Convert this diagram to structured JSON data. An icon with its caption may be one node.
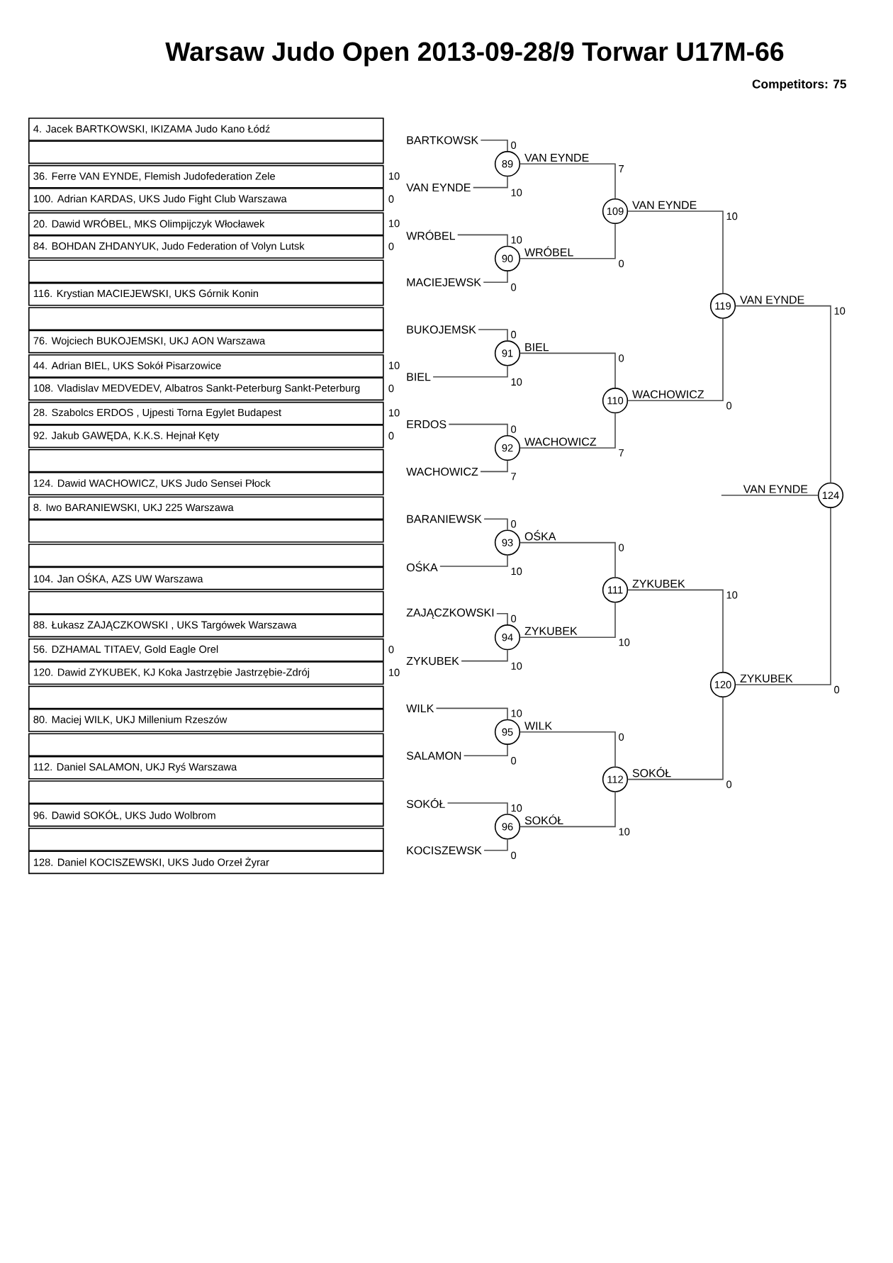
{
  "diagram": {
    "title": "Warsaw Judo Open  2013-09-28/9  Torwar   U17M-66",
    "nodes": [
      {
        "text": [
          "4. Jacek BARTKOWSKI, IKIZAMA Judo Kano Łódź"
        ]
      },
      {
        "text": [],
        "shape": "box"
      },
      {
        "text": [
          "36. Ferre VAN EYNDE, Flemish Judofederation Zele"
        ],
        "beside": [
          "10"
        ]
      },
      {
        "text": [
          "100. Adrian KARDAS, UKS Judo Fight Club Warszawa"
        ],
        "beside": [
          "0"
        ]
      },
      {
        "text": [
          "20. Dawid WRÓBEL, MKS Olimpijczyk Włocławek"
        ],
        "beside": [
          "10"
        ]
      },
      {
        "text": [
          "84. BOHDAN ZHDANYUK, Judo Federation of Volyn Lutsk"
        ],
        "beside": [
          "0"
        ]
      },
      {
        "text": [],
        "shape": "box"
      },
      {
        "text": [
          "116. Krystian MACIEJEWSKI, UKS Górnik Konin"
        ]
      },
      {
        "text": [],
        "shape": "box"
      },
      {
        "text": [
          "76. Wojciech BUKOJEMSKI, UKJ AON Warszawa"
        ]
      },
      {
        "text": [
          "44. Adrian BIEL, UKS  Sokół Pisarzowice"
        ],
        "beside": [
          "10"
        ]
      },
      {
        "text": [
          "108. Vladislav MEDVEDEV, Albatros Sankt-Peterburg Sankt-Peterburg"
        ],
        "beside": [
          "0"
        ]
      },
      {
        "text": [
          "28. Szabolcs ERDOS , Ujpesti Torna Egylet Budapest"
        ],
        "beside": [
          "10"
        ]
      },
      {
        "text": [
          "92. Jakub GAWĘDA, K.K.S. Hejnał Kęty"
        ],
        "beside": [
          "0"
        ]
      },
      {
        "text": [],
        "shape": "box"
      },
      {
        "text": [
          "124. Dawid WACHOWICZ, UKS Judo Sensei Płock"
        ]
      },
      {
        "text": [
          "8. Iwo BARANIEWSKI, UKJ 225 Warszawa"
        ]
      },
      {
        "text": [],
        "shape": "box"
      },
      {
        "text": [],
        "shape": "box"
      },
      {
        "text": [
          "104. Jan OŚKA, AZS UW Warszawa"
        ]
      },
      {
        "text": [],
        "shape": "box"
      },
      {
        "text": [
          "88. Łukasz ZAJĄCZKOWSKI , UKS Targówek Warszawa"
        ]
      },
      {
        "text": [
          "56. DZHAMAL TITAEV, Gold Eagle Orel"
        ],
        "beside": [
          "0"
        ]
      },
      {
        "text": [
          "120. Dawid ZYKUBEK, KJ Koka Jastrzębie Jastrzębie-Zdrój"
        ],
        "beside": [
          "10"
        ]
      },
      {
        "text": [],
        "shape": "box"
      },
      {
        "text": [
          "80. Maciej WILK, UKJ Millenium Rzeszów"
        ]
      },
      {
        "text": [],
        "shape": "box"
      },
      {
        "text": [
          "112. Daniel SALAMON, UKJ Ryś Warszawa"
        ]
      },
      {
        "text": [],
        "shape": "box"
      },
      {
        "text": [
          "96. Dawid SOKÓŁ, UKS Judo  Wolbrom"
        ]
      },
      {
        "text": [],
        "shape": "box"
      },
      {
        "text": [
          "128. Daniel KOCISZEWSKI, UKS Judo Orzeł Żyrar"
        ]
      },
      {
        "text": [
          "BARTKOWSK"
        ]
      },
      {
        "text": [
          "VAN EYNDE"
        ]
      },
      {
        "text": [
          "WRÓBEL"
        ]
      },
      {
        "text": [
          "MACIEJEWSK"
        ]
      },
      {
        "text": [
          "BUKOJEMSK"
        ]
      },
      {
        "text": [
          "BIEL"
        ]
      },
      {
        "text": [
          "ERDOS"
        ]
      },
      {
        "text": [
          "WACHOWICZ"
        ]
      },
      {
        "text": [
          "BARANIEWSK"
        ]
      },
      {
        "text": [
          "OŚKA"
        ]
      },
      {
        "text": [
          "ZAJĄCZKOWSKI"
        ]
      },
      {
        "text": [
          "ZYKUBEK"
        ]
      },
      {
        "text": [
          "WILK"
        ]
      },
      {
        "text": [
          "SALAMON"
        ]
      },
      {
        "text": [
          "SOKÓŁ"
        ]
      },
      {
        "text": [
          "KOCISZEWSK"
        ]
      },
      {
        "text": [
          "89"
        ]
      },
      {
        "text": [
          "90"
        ]
      },
      {
        "text": [
          "91"
        ]
      },
      {
        "text": [
          "92"
        ]
      },
      {
        "text": [
          "93"
        ]
      },
      {
        "text": [
          "94"
        ]
      },
      {
        "text": [
          "95"
        ]
      },
      {
        "text": [
          "96"
        ]
      },
      {
        "text": [
          "109"
        ]
      },
      {
        "text": [
          "110"
        ]
      },
      {
        "text": [
          "111"
        ]
      },
      {
        "text": [
          "112"
        ]
      },
      {
        "text": [
          "119"
        ]
      },
      {
        "text": [
          "120"
        ]
      },
      {
        "text": [
          "124"
        ]
      }
    ],
    "edges": [
      {
        "from": 32,
        "to": 48,
        "arrow": "none",
        "label": "0"
      },
      {
        "from": 33,
        "to": 48,
        "arrow": "none",
        "label": "10"
      },
      {
        "from": 34,
        "to": 49,
        "arrow": "none",
        "label": "10"
      },
      {
        "from": 35,
        "to": 49,
        "arrow": "none",
        "label": "0"
      },
      {
        "from": 36,
        "to": 50,
        "arrow": "none",
        "label": "0"
      },
      {
        "from": 37,
        "to": 50,
        "arrow": "none",
        "label": "10"
      },
      {
        "from": 38,
        "to": 51,
        "arrow": "none",
        "label": "0"
      },
      {
        "from": 39,
        "to": 51,
        "arrow": "none",
        "label": "7"
      },
      {
        "from": 40,
        "to": 52,
        "arrow": "none",
        "label": "0"
      },
      {
        "from": 41,
        "to": 52,
        "arrow": "none",
        "label": "10"
      },
      {
        "from": 42,
        "to": 53,
        "arrow": "none",
        "label": "0"
      },
      {
        "from": 43,
        "to": 53,
        "arrow": "none",
        "label": "10"
      },
      {
        "from": 44,
        "to": 54,
        "arrow": "none",
        "label": "10"
      },
      {
        "from": 45,
        "to": 54,
        "arrow": "none",
        "label": "0"
      },
      {
        "from": 46,
        "to": 55,
        "arrow": "none",
        "label": "10"
      },
      {
        "from": 47,
        "to": 55,
        "arrow": "none",
        "label": "0"
      },
      {
        "from": 48,
        "to": 56,
        "arrow": "none",
        "label": "VAN EYNDE"
      },
      {
        "from": 49,
        "to": 56,
        "arrow": "none",
        "label": "WRÓBEL"
      },
      {
        "from": 50,
        "to": 57,
        "arrow": "none",
        "label": "BIEL"
      },
      {
        "from": 51,
        "to": 57,
        "arrow": "none",
        "label": "WACHOWICZ"
      },
      {
        "from": 52,
        "to": 58,
        "arrow": "none",
        "label": "OŚKA"
      },
      {
        "from": 53,
        "to": 58,
        "arrow": "none",
        "label": "ZYKUBEK"
      },
      {
        "from": 54,
        "to": 59,
        "arrow": "none",
        "label": "WILK"
      },
      {
        "from": 55,
        "to": 59,
        "arrow": "none",
        "label": "SOKÓŁ"
      },
      {
        "from": 56,
        "to": 60,
        "arrow": "none",
        "label": "VAN EYNDE"
      },
      {
        "from": 57,
        "to": 60,
        "arrow": "none",
        "label": "WACHOWICZ"
      },
      {
        "from": 58,
        "to": 61,
        "arrow": "none",
        "label": "ZYKUBEK"
      },
      {
        "from": 59,
        "to": 61,
        "arrow": "none",
        "label": "SOKÓŁ"
      },
      {
        "from": 60,
        "to": 62,
        "arrow": "none",
        "label": "VAN EYNDE"
      },
      {
        "from": 61,
        "to": 62,
        "arrow": "none",
        "label": "ZYKUBEK"
      },
      {
        "from": 62,
        "to": null,
        "arrow": "none",
        "label": "VAN EYNDE"
      }
    ],
    "labels": [
      "Competitors: 75",
      "7",
      "0",
      "0",
      "7",
      "0",
      "10",
      "0",
      "10",
      "10",
      "0",
      "10",
      "0",
      "10",
      "0"
    ]
  }
}
